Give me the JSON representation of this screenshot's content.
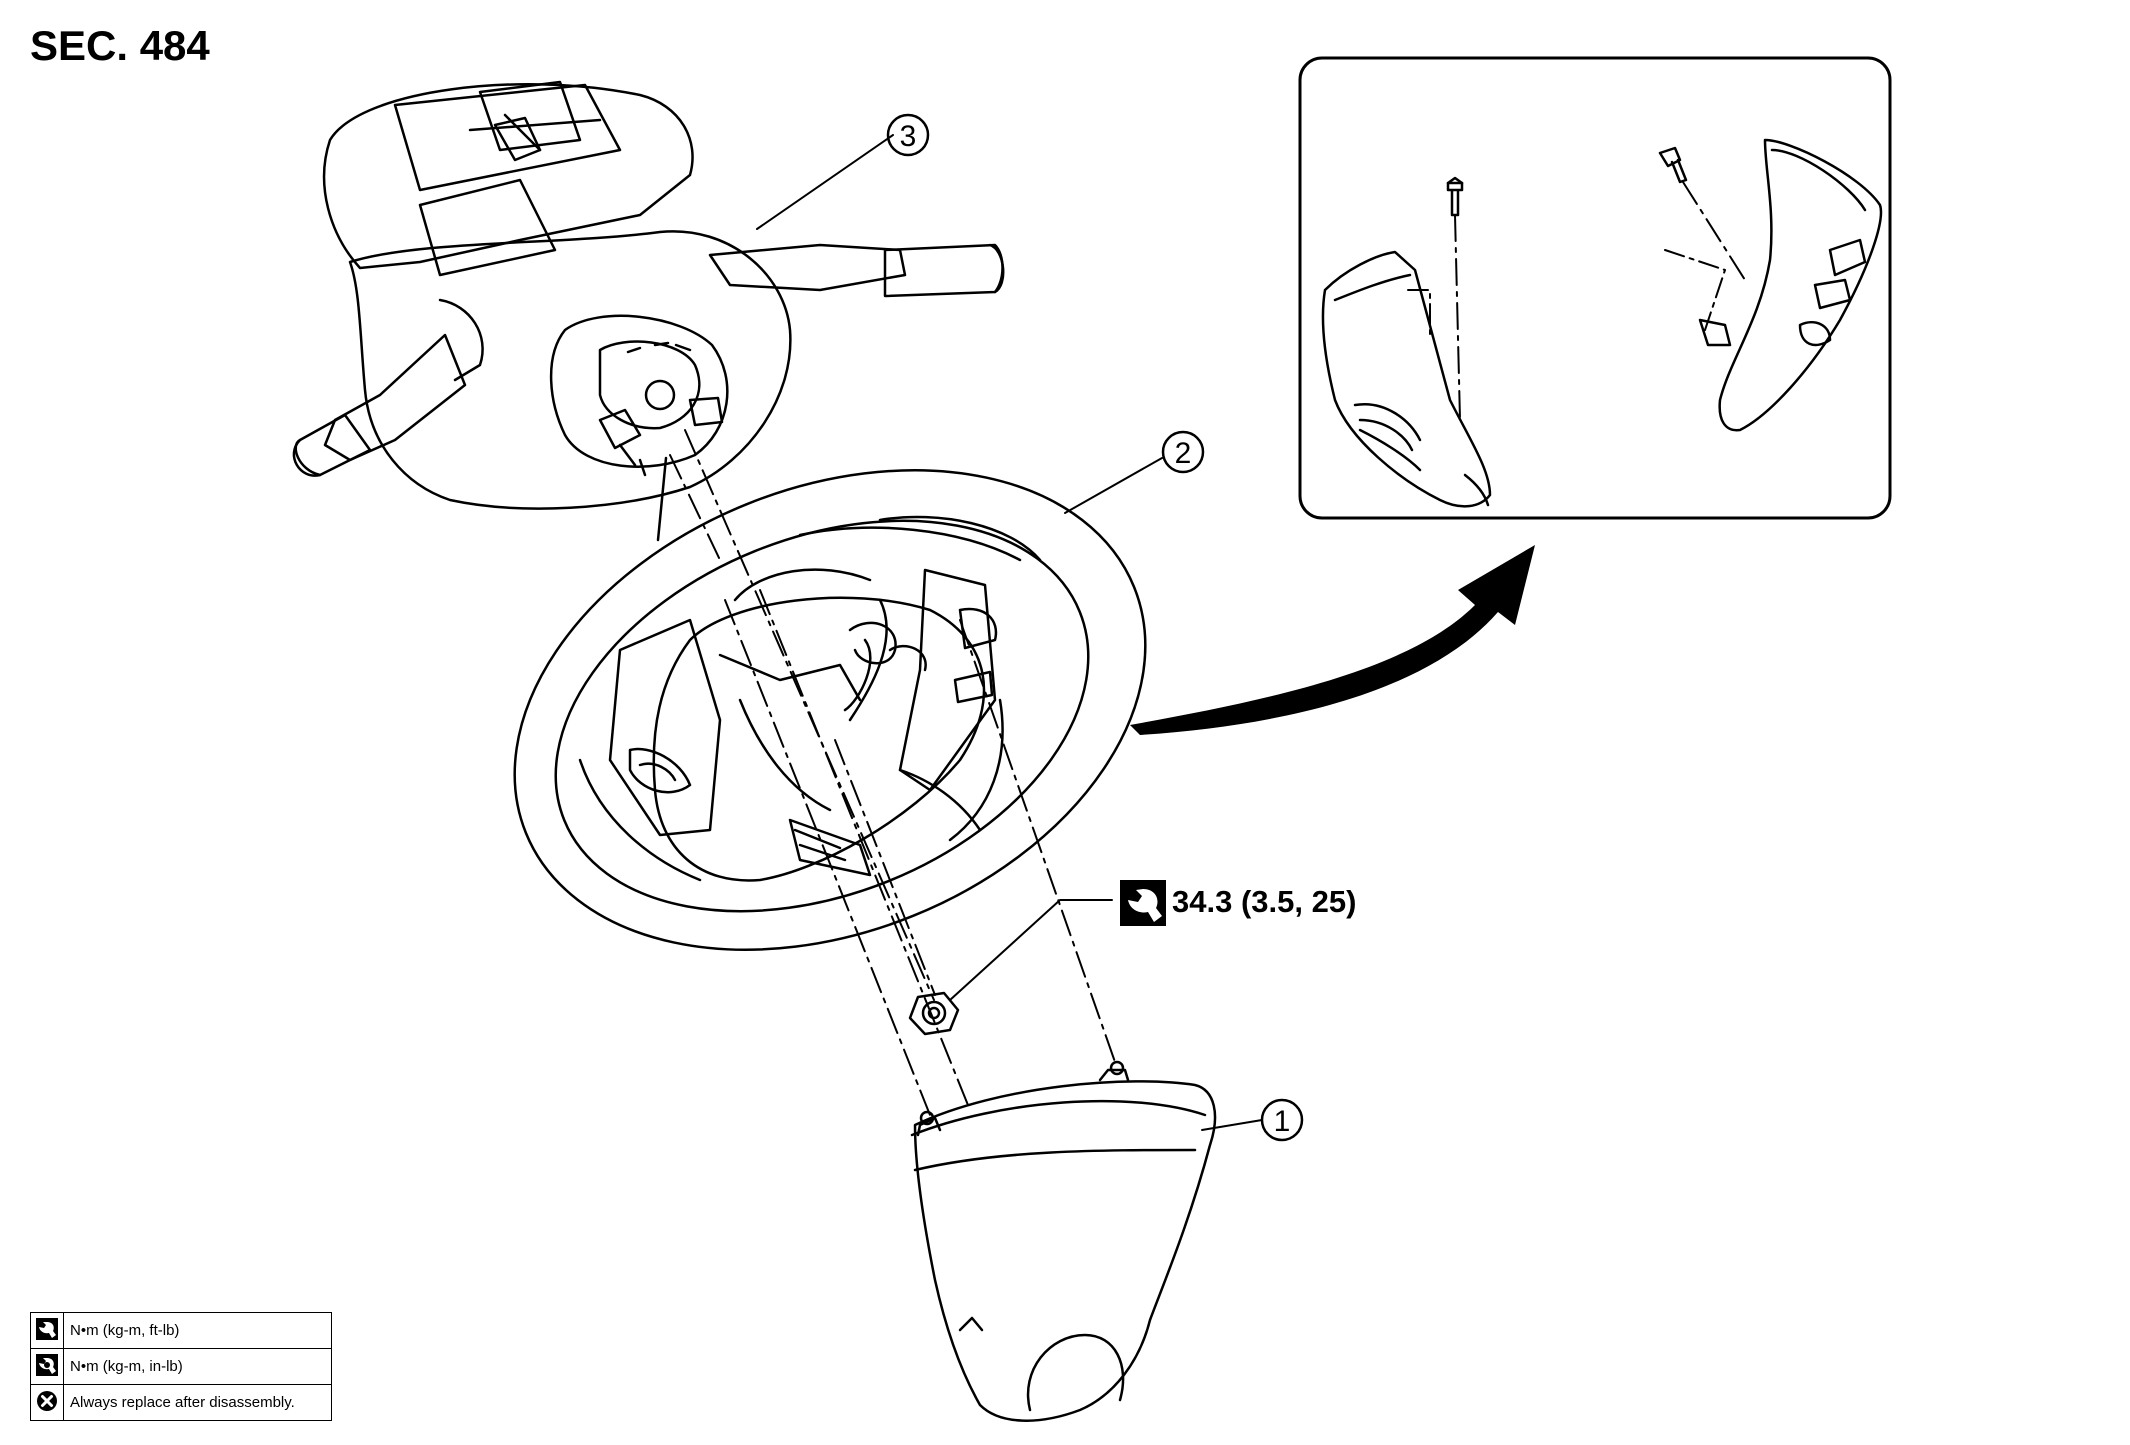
{
  "section_label": "SEC. 484",
  "callouts": {
    "part_1": "1",
    "part_2": "2",
    "part_3": "3"
  },
  "torque": {
    "value_label": "34.3 (3.5, 25)",
    "icon": "torque-wrench-icon"
  },
  "legend": {
    "rows": [
      {
        "icon": "torque-wrench-icon",
        "text": "N•m (kg-m, ft-lb)"
      },
      {
        "icon": "torque-wrench-small-icon",
        "text": "N•m (kg-m, in-lb)"
      },
      {
        "icon": "replace-x-icon",
        "text": "Always replace after disassembly."
      }
    ]
  }
}
